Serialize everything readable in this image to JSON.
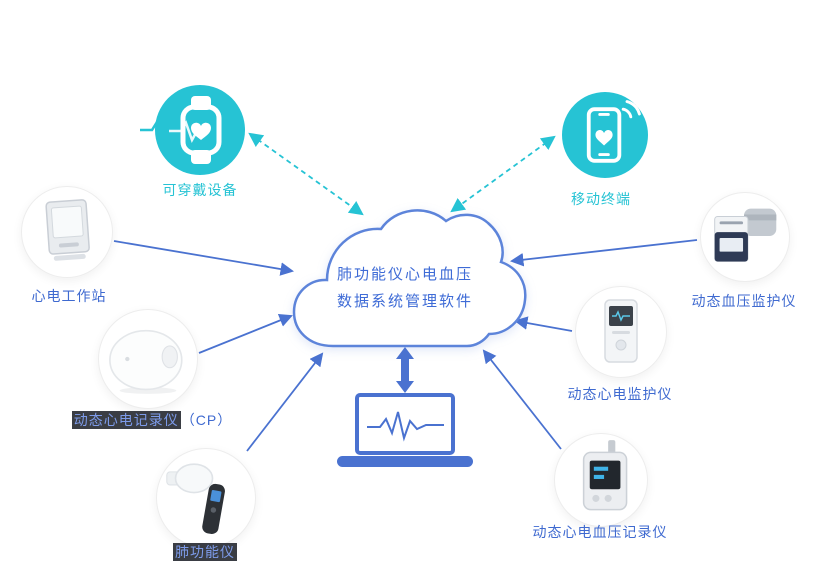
{
  "colors": {
    "teal": "#26c3d4",
    "blue": "#4a72d0",
    "label_blue": "#3f6ad0",
    "cloud_stroke": "#5d84da",
    "cloud_text_color": "#3e6bd6",
    "highlight_bg": "#3a3d44"
  },
  "cloud": {
    "line1": "肺功能仪心电血压",
    "line2": "数据系统管理软件"
  },
  "nodes": {
    "wearable": {
      "label": "可穿戴设备",
      "icon": "smartwatch-icon"
    },
    "mobile": {
      "label": "移动终端",
      "icon": "smartphone-icon"
    },
    "workstation": {
      "label": "心电工作站",
      "icon": "ecg-workstation-icon"
    },
    "holter_cp": {
      "label_main": "动态心电记录仪",
      "label_suffix": "（CP）",
      "icon": "holter-recorder-icon"
    },
    "spirometer": {
      "label": "肺功能仪",
      "icon": "spirometer-icon"
    },
    "bp_monitor": {
      "label": "动态血压监护仪",
      "icon": "bp-monitor-icon"
    },
    "ecg_monitor": {
      "label": "动态心电监护仪",
      "icon": "ecg-monitor-icon"
    },
    "ecg_bp_recorder": {
      "label": "动态心电血压记录仪",
      "icon": "ecg-bp-recorder-icon"
    }
  }
}
